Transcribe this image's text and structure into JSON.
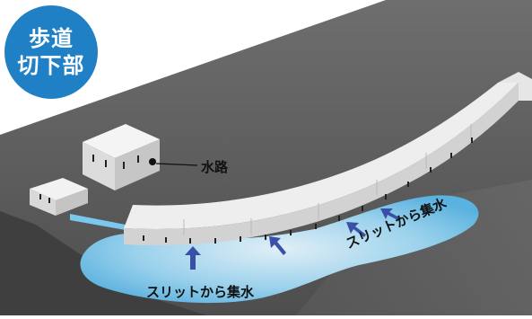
{
  "badge": {
    "line1": "歩道",
    "line2": "切下部"
  },
  "callout": {
    "label": "水路"
  },
  "flow_labels": [
    "スリットから集水",
    "スリットから集水"
  ],
  "colors": {
    "badge": "#1f80c6",
    "water": "#7ac8ee",
    "arrow": "#3a4fa8",
    "road": "#5e5e5e",
    "curb": "#e8e8e8"
  }
}
